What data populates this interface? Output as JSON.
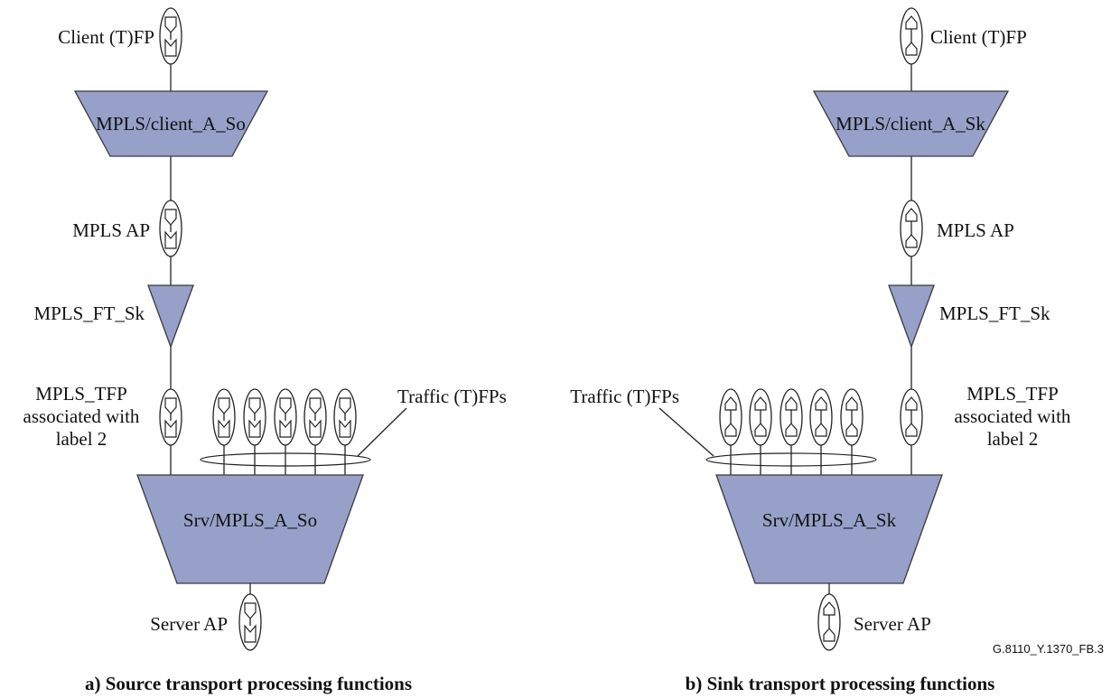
{
  "source": {
    "caption": "a) Source transport processing functions",
    "client_fp_label": "Client (T)FP",
    "adaptation_top_label": "MPLS/client_A_So",
    "ap_label": "MPLS AP",
    "ft_label": "MPLS_FT_Sk",
    "tfp_label_lines": [
      "MPLS_TFP",
      "associated with",
      "label 2"
    ],
    "traffic_label": "Traffic (T)FPs",
    "adaptation_bottom_label": "Srv/MPLS_A_So",
    "server_ap_label": "Server AP"
  },
  "sink": {
    "caption": "b) Sink transport processing functions",
    "client_fp_label": "Client (T)FP",
    "adaptation_top_label": "MPLS/client_A_Sk",
    "ap_label": "MPLS AP",
    "ft_label": "MPLS_FT_Sk",
    "tfp_label_lines": [
      "MPLS_TFP",
      "associated with",
      "label 2"
    ],
    "traffic_label": "Traffic (T)FPs",
    "adaptation_bottom_label": "Srv/MPLS_A_Sk",
    "server_ap_label": "Server AP"
  },
  "figure_code": "G.8110_Y.1370_FB.3",
  "colors": {
    "function_fill": "#96a0c8",
    "line": "#222222"
  }
}
